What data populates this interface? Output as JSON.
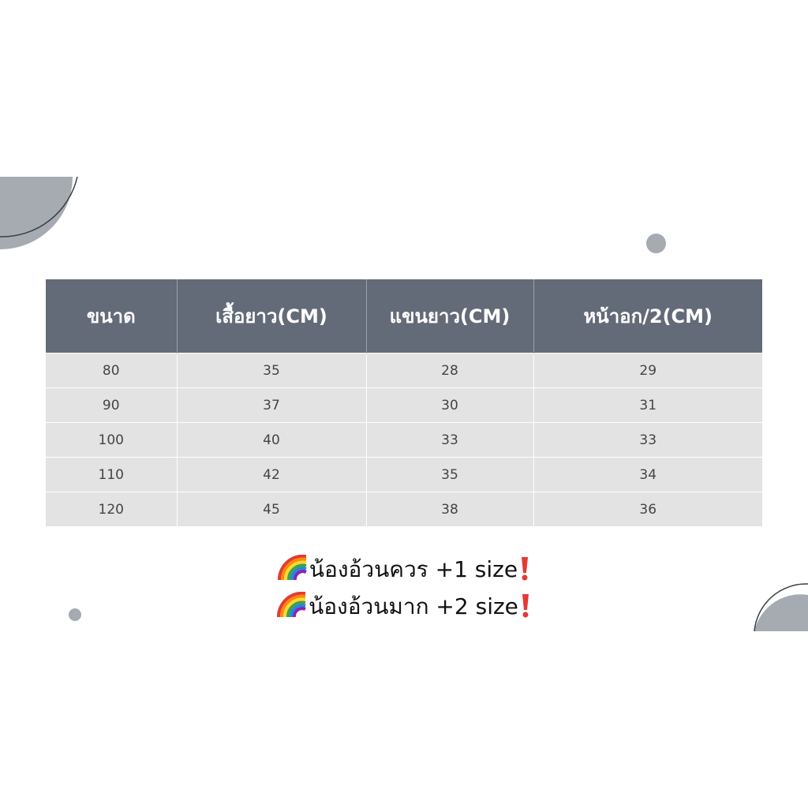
{
  "colors": {
    "header_bg": "#646b78",
    "row_bg": "#e3e3e3",
    "decoration": "#a6aab1"
  },
  "icons": {
    "note_prefix": "rainbow-icon",
    "note_suffix": "exclamation-mark-icon"
  },
  "size_table": {
    "headers": [
      "ขนาด",
      "เสื้อยาว(CM)",
      "แขนยาว(CM)",
      "หน้าอก/2(CM)"
    ],
    "rows": [
      [
        "80",
        "35",
        "28",
        "29"
      ],
      [
        "90",
        "37",
        "30",
        "31"
      ],
      [
        "100",
        "40",
        "33",
        "33"
      ],
      [
        "110",
        "42",
        "35",
        "34"
      ],
      [
        "120",
        "45",
        "38",
        "36"
      ]
    ]
  },
  "notes": [
    "น้องอ้วนควร +1 size",
    "น้องอ้วนมาก +2 size"
  ]
}
